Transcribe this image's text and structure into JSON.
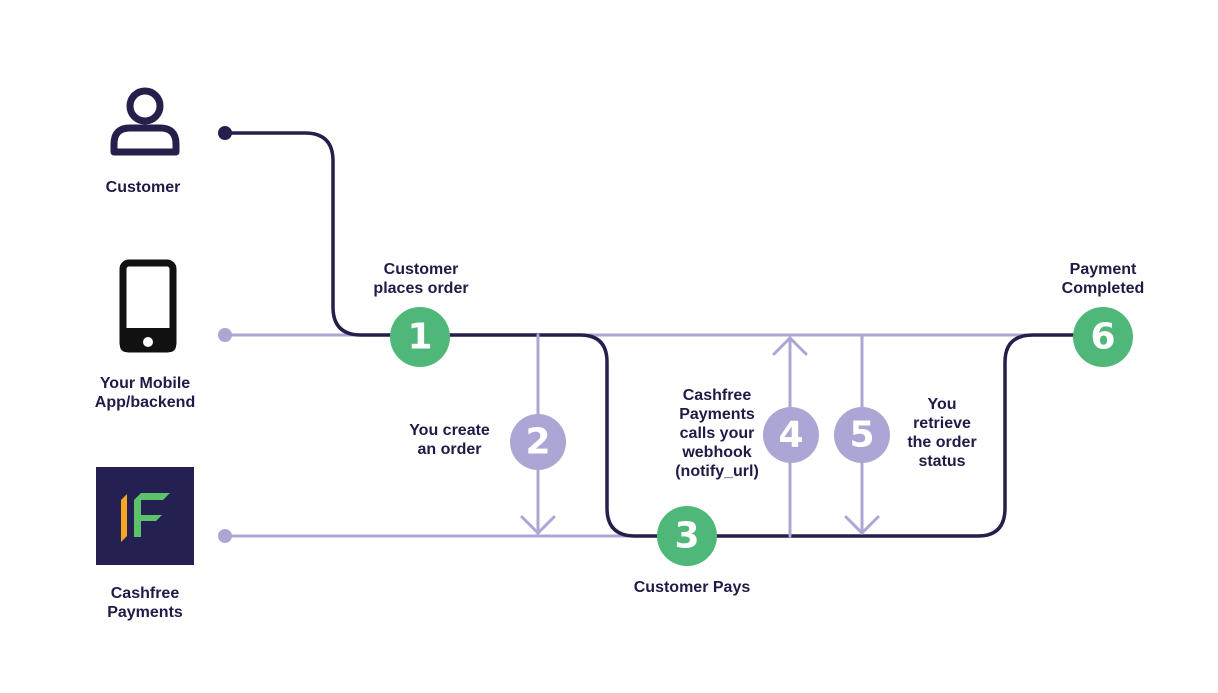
{
  "actors": {
    "customer": "Customer",
    "app_line1": "Your Mobile",
    "app_line2": "App/backend",
    "cashfree_line1": "Cashfree",
    "cashfree_line2": "Payments"
  },
  "steps": [
    {
      "number": "1",
      "label_lines": [
        "Customer",
        "places order"
      ]
    },
    {
      "number": "2",
      "label_lines": [
        "You create",
        "an order"
      ]
    },
    {
      "number": "3",
      "label_lines": [
        "Customer Pays"
      ]
    },
    {
      "number": "4",
      "label_lines": [
        "Cashfree",
        "Payments",
        "calls your",
        "webhook",
        "(notify_url)"
      ]
    },
    {
      "number": "5",
      "label_lines": [
        "You",
        "retrieve",
        "the order",
        "status"
      ]
    },
    {
      "number": "6",
      "label_lines": [
        "Payment",
        "Completed"
      ]
    }
  ],
  "colors": {
    "dark_line": "#241f4b",
    "light_line": "#aca6d4",
    "green": "#4fb878",
    "purple": "#aca6d4",
    "logo_bg": "#242152",
    "logo_orange": "#f5a623",
    "logo_green": "#5cc36b"
  },
  "icons": [
    "user-icon",
    "phone-icon",
    "cashfree-logo"
  ]
}
